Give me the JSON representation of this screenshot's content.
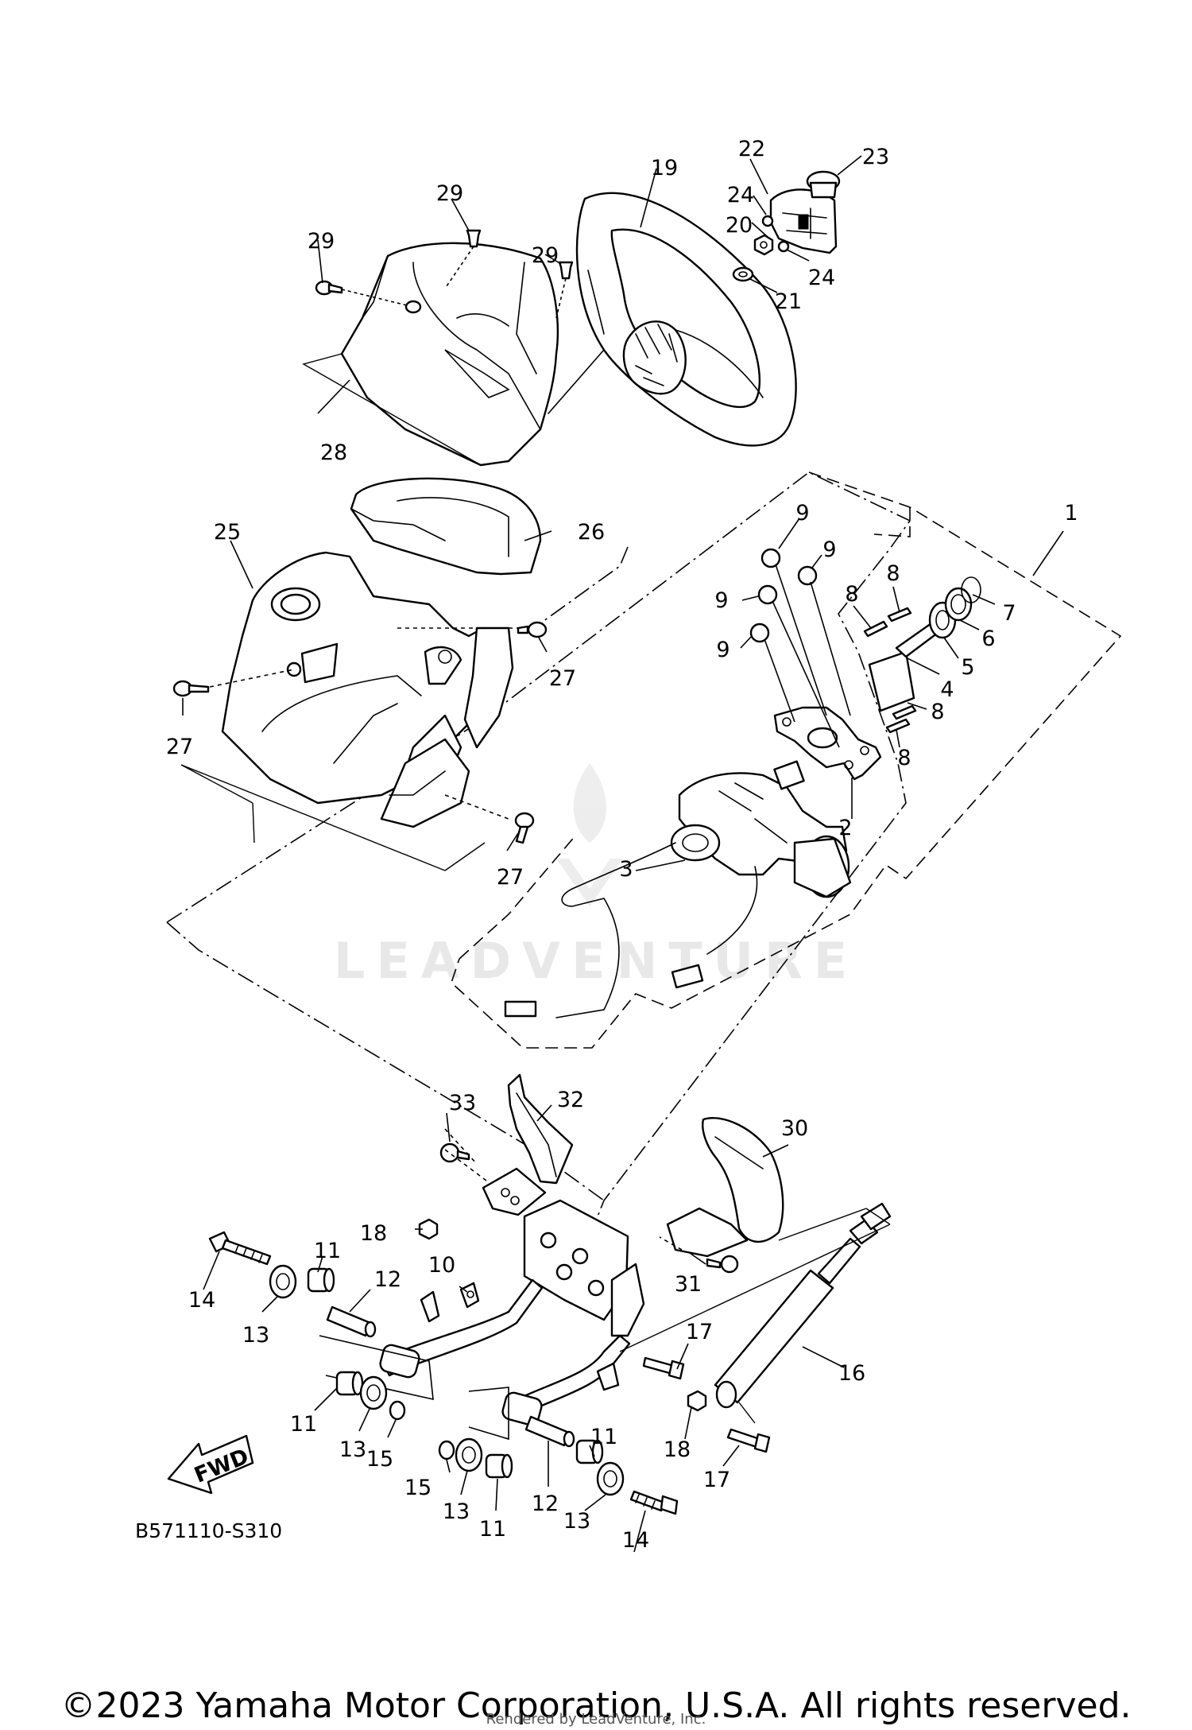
{
  "diagram": {
    "drawing_code": "B571110-S310",
    "fwd_label": "FWD",
    "watermark": "LEADVENTURE",
    "callouts": [
      {
        "id": "c1",
        "text": "1"
      },
      {
        "id": "c2",
        "text": "2"
      },
      {
        "id": "c3",
        "text": "3"
      },
      {
        "id": "c4",
        "text": "4"
      },
      {
        "id": "c5",
        "text": "5"
      },
      {
        "id": "c6",
        "text": "6"
      },
      {
        "id": "c7",
        "text": "7"
      },
      {
        "id": "c8a",
        "text": "8"
      },
      {
        "id": "c8b",
        "text": "8"
      },
      {
        "id": "c8c",
        "text": "8"
      },
      {
        "id": "c8d",
        "text": "8"
      },
      {
        "id": "c9a",
        "text": "9"
      },
      {
        "id": "c9b",
        "text": "9"
      },
      {
        "id": "c9c",
        "text": "9"
      },
      {
        "id": "c9d",
        "text": "9"
      },
      {
        "id": "c10",
        "text": "10"
      },
      {
        "id": "c11a",
        "text": "11"
      },
      {
        "id": "c11b",
        "text": "11"
      },
      {
        "id": "c11c",
        "text": "11"
      },
      {
        "id": "c11d",
        "text": "11"
      },
      {
        "id": "c12a",
        "text": "12"
      },
      {
        "id": "c12b",
        "text": "12"
      },
      {
        "id": "c13a",
        "text": "13"
      },
      {
        "id": "c13b",
        "text": "13"
      },
      {
        "id": "c13c",
        "text": "13"
      },
      {
        "id": "c13d",
        "text": "13"
      },
      {
        "id": "c14a",
        "text": "14"
      },
      {
        "id": "c14b",
        "text": "14"
      },
      {
        "id": "c15a",
        "text": "15"
      },
      {
        "id": "c15b",
        "text": "15"
      },
      {
        "id": "c16",
        "text": "16"
      },
      {
        "id": "c17a",
        "text": "17"
      },
      {
        "id": "c17b",
        "text": "17"
      },
      {
        "id": "c18a",
        "text": "18"
      },
      {
        "id": "c18b",
        "text": "18"
      },
      {
        "id": "c19",
        "text": "19"
      },
      {
        "id": "c20",
        "text": "20"
      },
      {
        "id": "c21",
        "text": "21"
      },
      {
        "id": "c22",
        "text": "22"
      },
      {
        "id": "c23",
        "text": "23"
      },
      {
        "id": "c24a",
        "text": "24"
      },
      {
        "id": "c24b",
        "text": "24"
      },
      {
        "id": "c25",
        "text": "25"
      },
      {
        "id": "c26",
        "text": "26"
      },
      {
        "id": "c27a",
        "text": "27"
      },
      {
        "id": "c27b",
        "text": "27"
      },
      {
        "id": "c27c",
        "text": "27"
      },
      {
        "id": "c28",
        "text": "28"
      },
      {
        "id": "c29a",
        "text": "29"
      },
      {
        "id": "c29b",
        "text": "29"
      },
      {
        "id": "c29c",
        "text": "29"
      },
      {
        "id": "c30",
        "text": "30"
      },
      {
        "id": "c31",
        "text": "31"
      },
      {
        "id": "c32",
        "text": "32"
      },
      {
        "id": "c33",
        "text": "33"
      }
    ]
  },
  "footer": {
    "copyright": "©2023 Yamaha Motor Corporation, U.S.A. All rights reserved.",
    "rendered_by": "Rendered by LeadVenture, Inc."
  }
}
